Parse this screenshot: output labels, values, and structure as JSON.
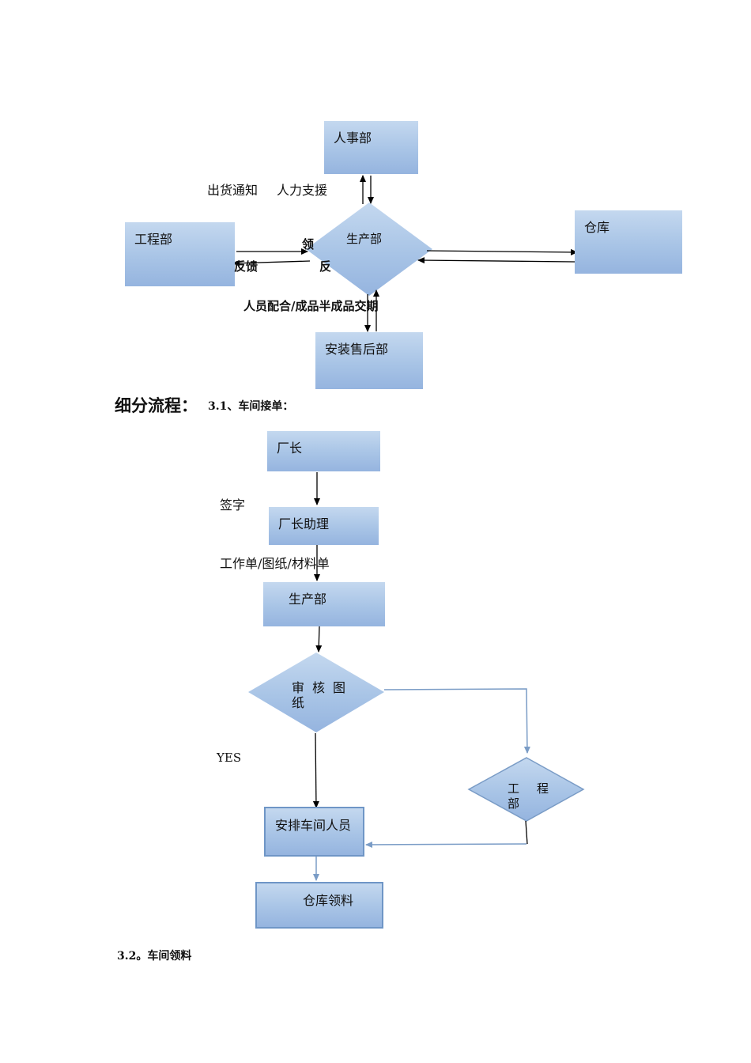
{
  "overview": {
    "hr": "人事部",
    "production": "生产部",
    "engineering": "工程部",
    "warehouse": "仓库",
    "install": "安装售后部",
    "label_ship": "出货通知",
    "label_hr_support": "人力支援",
    "label_feedback": "反馈",
    "label_feedback_partial": "反",
    "label_collect_partial": "领",
    "label_bottom": "人员配合/成品半成品交期"
  },
  "section": {
    "title": "细分流程：",
    "sub_31": "3.1、车间接单：",
    "sub_32": "3.2。车间领料"
  },
  "flow31": {
    "director": "厂长",
    "sign": "签字",
    "assistant": "厂长助理",
    "docs": "工作单/图纸/材料单",
    "production": "生产部",
    "review_line1": "审核图",
    "review_line2": "纸",
    "engineering_line1": "工程",
    "engineering_line2": "部",
    "yes": "YES",
    "arrange": "安排车间人员",
    "pick": "仓库领料"
  },
  "colors": {
    "box_fill": "#a8c4e6",
    "box_border": "#6f96c6",
    "arrow_black": "#000000",
    "arrow_blue": "#7a9cc6"
  }
}
